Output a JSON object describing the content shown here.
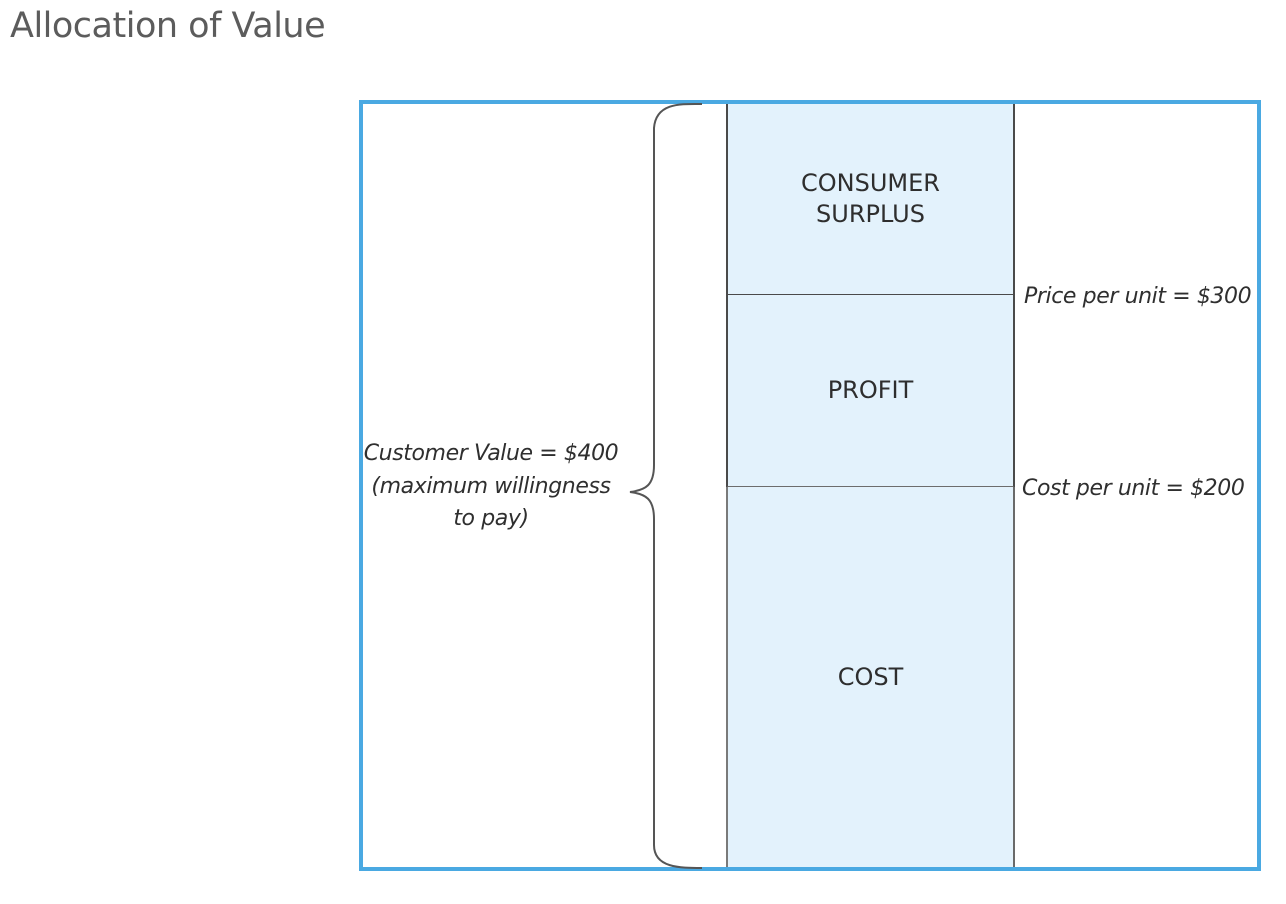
{
  "title": "Allocation of Value",
  "segments": {
    "surplus": "CONSUMER\nSURPLUS",
    "profit": "PROFIT",
    "cost": "COST"
  },
  "labels": {
    "price": "Price per unit = $300",
    "cost": "Cost per unit = $200"
  },
  "customer_value": {
    "line1": "Customer Value = $400",
    "line2": "(maximum willingness",
    "line3": "to pay)"
  },
  "colors": {
    "frame_border": "#4aa9e2",
    "segment_fill": "#e3f2fc"
  }
}
